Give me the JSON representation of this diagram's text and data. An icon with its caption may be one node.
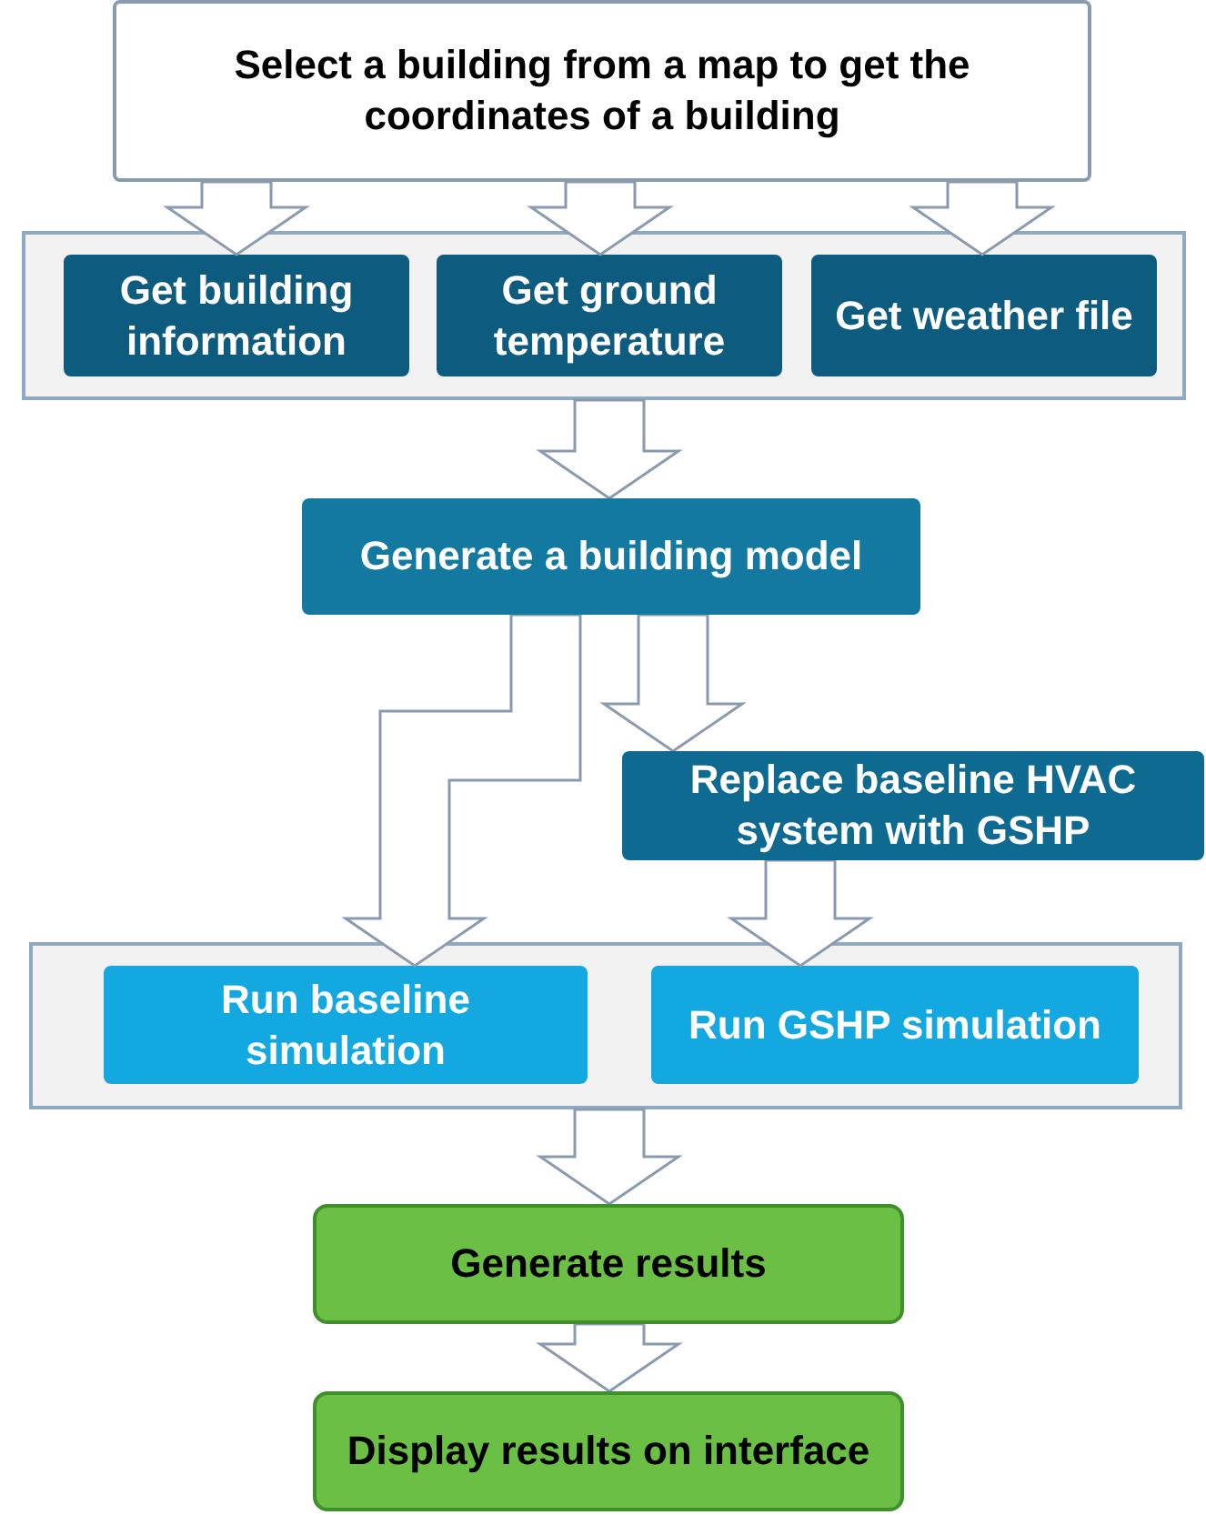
{
  "diagram": {
    "nodes": [
      {
        "text": [
          "Select a building from a map to get the coordinates of a building"
        ]
      },
      {
        "text": [],
        "shape": "box"
      },
      {
        "text": [
          "Get building information"
        ],
        "in": 1
      },
      {
        "text": [
          "Get ground temperature"
        ],
        "in": 1
      },
      {
        "text": [
          "Get weather file"
        ],
        "in": 1
      },
      {
        "text": [
          "Generate a building model"
        ]
      },
      {
        "text": [
          "Replace baseline HVAC system with GSHP"
        ]
      },
      {
        "text": [],
        "shape": "box"
      },
      {
        "text": [
          "Run baseline simulation"
        ],
        "in": 7
      },
      {
        "text": [
          "Run GSHP simulation"
        ],
        "in": 7
      },
      {
        "text": [
          "Generate results"
        ]
      },
      {
        "text": [
          "Display results on interface"
        ]
      }
    ],
    "edges": [
      {
        "from": 0,
        "to": 2,
        "arrow": "to"
      },
      {
        "from": 0,
        "to": 3,
        "arrow": "to"
      },
      {
        "from": 0,
        "to": 4,
        "arrow": "to"
      },
      {
        "from": 1,
        "to": 5,
        "arrow": "to"
      },
      {
        "from": 5,
        "to": 6,
        "arrow": "to"
      },
      {
        "from": 5,
        "to": 8,
        "arrow": "to"
      },
      {
        "from": 6,
        "to": 9,
        "arrow": "to"
      },
      {
        "from": 7,
        "to": 10,
        "arrow": "to"
      },
      {
        "from": 10,
        "to": 11,
        "arrow": "to"
      }
    ]
  }
}
